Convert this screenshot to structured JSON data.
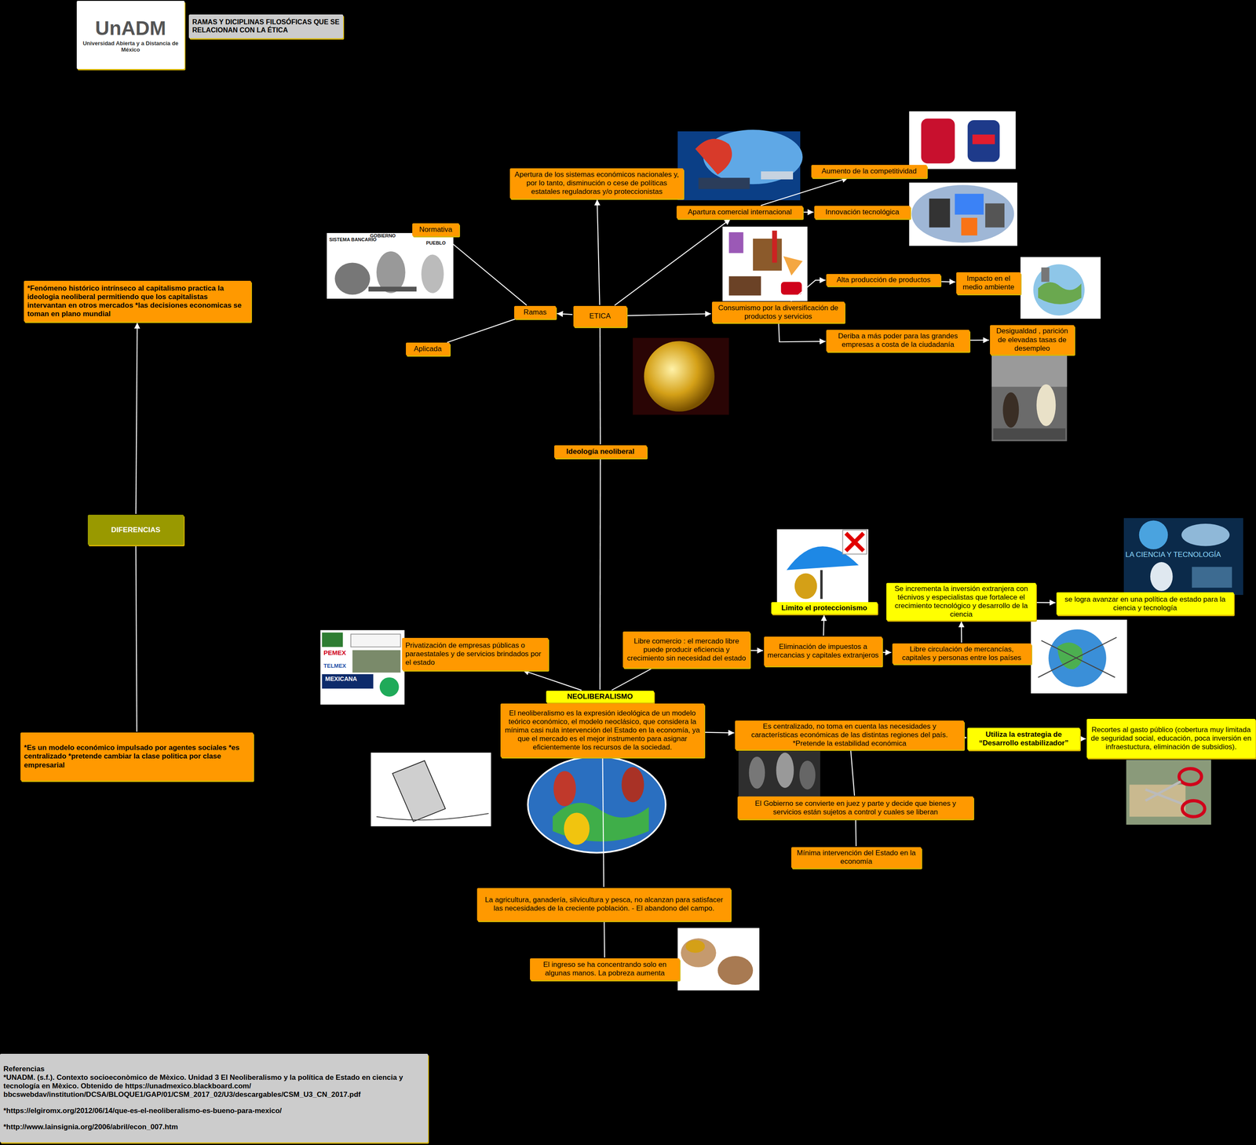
{
  "diagram": {
    "nodes": [
      {
        "text": [
          "UnADM",
          "Universidad Abierta y a Distancia de México"
        ]
      },
      {
        "text": [
          "RAMAS Y DICIPLINAS FILOSÓFICAS QUE SE RELACIONAN CON LA ÉTICA"
        ]
      },
      {
        "text": [
          "ETICA"
        ]
      },
      {
        "text": [
          "Ramas"
        ]
      },
      {
        "text": [
          "Normativa"
        ]
      },
      {
        "text": [
          "Aplicada"
        ]
      },
      {
        "text": [
          "Apertura de los sistemas económicos nacionales y, por lo tanto, disminución o cese de políticas estatales reguladoras y/o proteccionistas"
        ]
      },
      {
        "text": [
          "Apartura comercial internacional"
        ]
      },
      {
        "text": [
          "Aumento de la competitividad"
        ]
      },
      {
        "text": [
          "Innovación tecnológica"
        ]
      },
      {
        "text": [
          "Consumismo por la diversificación de productos y servicios"
        ]
      },
      {
        "text": [
          "Alta producción de productos"
        ]
      },
      {
        "text": [
          "Impacto en el medio ambiente"
        ]
      },
      {
        "text": [
          "Deriba a más poder para las grandes empresas a costa de la ciudadanía"
        ]
      },
      {
        "text": [
          "Desigualdad , parición de elevadas tasas de desempleo"
        ]
      },
      {
        "text": [
          "Ideología neoliberal"
        ]
      },
      {
        "text": [
          "*Fenómeno histórico intrínseco al capitalismo practica la ideologia neoliberal permitiendo que los capitalistas intervantan en otros mercados *las decisiones economicas se toman en plano mundial"
        ]
      },
      {
        "text": [
          "DIFERENCIAS"
        ]
      },
      {
        "text": [
          "*Es un modelo económico impulsado por agentes sociales *es centralizado *pretende cambiar la clase politica por clase empresarial"
        ]
      },
      {
        "text": [
          "NEOLIBERALISMO"
        ]
      },
      {
        "text": [
          "El neoliberalismo es la expresión ideológica de un modelo teórico económico, el modelo neoclásico, que considera la mínima casi nula intervención del Estado en la economía, ya que el mercado es el mejor instrumento para asignar eficientemente los recursos de la sociedad."
        ]
      },
      {
        "text": [
          "Privatización de empresas públicas o paraestatales y de servicios brindados por el estado"
        ]
      },
      {
        "text": [
          "Libre comercio : el mercado libre puede producir eficiencia y crecimiento sin necesidad del estado"
        ]
      },
      {
        "text": [
          "Limito el proteccionismo"
        ]
      },
      {
        "text": [
          "Eliminación de impuestos a mercancias y capitales extranjeros"
        ]
      },
      {
        "text": [
          "Libre circulación de mercancías, capitales y personas entre los países"
        ]
      },
      {
        "text": [
          "Se incrementa la inversión extranjera con técnivos y especialistas que fortalece el crecimiento tecnológico y desarrollo de la ciencia"
        ]
      },
      {
        "text": [
          "se logra avanzar en una política de estado para la ciencia y tecnología"
        ]
      },
      {
        "text": [
          "Es centralizado, no toma en cuenta las necesidades y características económicas de las distintas regiones del país. *Pretende la estabilidad económica"
        ]
      },
      {
        "text": [
          "Utiliza la estrategia de “Desarrollo estabilizador”"
        ]
      },
      {
        "text": [
          "Recortes al gasto público (cobertura muy limitada de seguridad social, educación, poca inversión en infraestuctura, eliminación de subsidios)."
        ]
      },
      {
        "text": [
          "El Gobierno se convierte en juez y parte y decide que bienes y servicios están sujetos a control y cuales se liberan"
        ]
      },
      {
        "text": [
          "Mínima intervención del Estado en la economía"
        ]
      },
      {
        "text": [
          "La agricultura, ganadería, silvicultura y pesca, no alcanzan para satisfacer las necesidades de la creciente población. - El abandono del campo."
        ]
      },
      {
        "text": [
          "El ingreso se ha concentrando solo en algunas manos. La pobreza aumenta"
        ]
      },
      {
        "text": [
          "Referencias",
          "*UNADM. (s.f.). Contexto socioeconòmico de Mèxico. Unidad 3 El Neoliberalismo y la política de Estado en ciencia y tecnología en Mèxico. Obtenido de https://unadmexico.blackboard.com/ bbcswebdav/institution/DCSA/BLOQUE1/GAP/01/CSM_2017_02/U3/descargables/CSM_U3_CN_2017.pdf",
          "*https://elgiromx.org/2012/06/14/que-es-el-neoliberalismo-es-bueno-para-mexico/",
          "*http://www.lainsignia.org/2006/abril/econ_007.htm"
        ]
      }
    ],
    "edges": [
      {
        "from": 2,
        "to": 3,
        "arrow": "to"
      },
      {
        "from": 3,
        "to": 4,
        "arrow": "none"
      },
      {
        "from": 3,
        "to": 5,
        "arrow": "none"
      },
      {
        "from": 2,
        "to": 6,
        "arrow": "to"
      },
      {
        "from": 2,
        "to": 7,
        "arrow": "to"
      },
      {
        "from": 2,
        "to": 10,
        "arrow": "to"
      },
      {
        "from": 7,
        "to": 8,
        "arrow": "to"
      },
      {
        "from": 7,
        "to": 9,
        "arrow": "to"
      },
      {
        "from": 10,
        "to": 11,
        "arrow": "to"
      },
      {
        "from": 11,
        "to": 12,
        "arrow": "to"
      },
      {
        "from": 10,
        "to": 13,
        "arrow": "to"
      },
      {
        "from": 13,
        "to": 14,
        "arrow": "to"
      },
      {
        "from": 19,
        "to": 15,
        "arrow": "none"
      },
      {
        "from": 15,
        "to": 2,
        "arrow": "none"
      },
      {
        "from": 17,
        "to": 16,
        "arrow": "to"
      },
      {
        "from": 17,
        "to": 18,
        "arrow": "none"
      },
      {
        "from": 19,
        "to": 21,
        "arrow": "to"
      },
      {
        "from": 19,
        "to": 22,
        "arrow": "none"
      },
      {
        "from": 22,
        "to": 24,
        "arrow": "to"
      },
      {
        "from": 24,
        "to": 23,
        "arrow": "to"
      },
      {
        "from": 24,
        "to": 25,
        "arrow": "to"
      },
      {
        "from": 25,
        "to": 26,
        "arrow": "to"
      },
      {
        "from": 26,
        "to": 27,
        "arrow": "to"
      },
      {
        "from": 20,
        "to": 28,
        "arrow": "to"
      },
      {
        "from": 28,
        "to": 29,
        "arrow": "to"
      },
      {
        "from": 29,
        "to": 30,
        "arrow": "to"
      },
      {
        "from": 28,
        "to": 31,
        "arrow": "none"
      },
      {
        "from": 31,
        "to": 32,
        "arrow": "none"
      },
      {
        "from": 20,
        "to": 33,
        "arrow": "none"
      },
      {
        "from": 33,
        "to": 34,
        "arrow": "none"
      }
    ],
    "labels": [
      "SISTEMA BANCARIO",
      "GOBIERNO",
      "PUEBLO",
      "LA CIENCIA Y TECNOLOGÍA",
      "PEMEX",
      "TELMEX",
      "MEXICANA"
    ]
  }
}
